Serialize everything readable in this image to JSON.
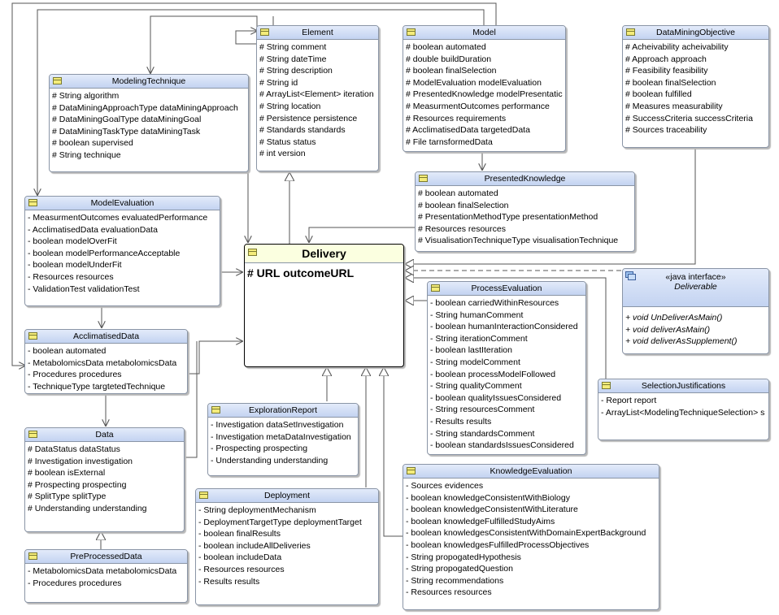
{
  "classes": {
    "element": {
      "name": "Element",
      "attributes": [
        "# String comment",
        "# String dateTime",
        "# String description",
        "# String id",
        "# ArrayList<Element> iteration",
        "# String location",
        "# Persistence persistence",
        "# Standards standards",
        "# Status status",
        "# int version"
      ]
    },
    "model": {
      "name": "Model",
      "attributes": [
        "# boolean automated",
        "# double buildDuration",
        "# boolean finalSelection",
        "# ModelEvaluation modelEvaluation",
        "# PresentedKnowledge modelPresentatic",
        "# MeasurmentOutcomes performance",
        "# Resources requirements",
        "# AcclimatisedData targetedData",
        "# File tarnsformedData"
      ]
    },
    "data_mining_objective": {
      "name": "DataMiningObjective",
      "attributes": [
        "# Acheivability acheivability",
        "# Approach approach",
        "# Feasibility feasibility",
        "# boolean finalSelection",
        "# boolean fulfilled",
        "# Measures measurability",
        "# SuccessCriteria successCriteria",
        "# Sources traceability"
      ]
    },
    "modeling_technique": {
      "name": "ModelingTechnique",
      "attributes": [
        "# String algorithm",
        "# DataMiningApproachType dataMiningApproach",
        "# DataMiningGoalType dataMiningGoal",
        "# DataMiningTaskType dataMiningTask",
        "# boolean supervised",
        "# String technique"
      ]
    },
    "presented_knowledge": {
      "name": "PresentedKnowledge",
      "attributes": [
        "# boolean automated",
        "# boolean finalSelection",
        "# PresentationMethodType presentationMethod",
        "# Resources resources",
        "# VisualisationTechniqueType visualisationTechnique"
      ]
    },
    "model_evaluation": {
      "name": "ModelEvaluation",
      "attributes": [
        "- MeasurmentOutcomes evaluatedPerformance",
        "- AcclimatisedData evaluationData",
        "- boolean modelOverFit",
        "- boolean modelPerformanceAcceptable",
        "- boolean modelUnderFit",
        "- Resources resources",
        "- ValidationTest validationTest"
      ]
    },
    "delivery": {
      "name": "Delivery",
      "attributes": [
        "# URL outcomeURL"
      ]
    },
    "process_evaluation": {
      "name": "ProcessEvaluation",
      "attributes": [
        "- boolean carriedWithinResources",
        "- String humanComment",
        "- boolean humanInteractionConsidered",
        "- String iterationComment",
        "- boolean lastIteration",
        "- String modelComment",
        "- boolean processModelFollowed",
        "- String qualityComment",
        "- boolean qualityIssuesConsidered",
        "- String resourcesComment",
        "- Results results",
        "- String standardsComment",
        "- boolean standardsIssuesConsidered"
      ]
    },
    "acclimatised_data": {
      "name": "AcclimatisedData",
      "attributes": [
        "- boolean automated",
        "- MetabolomicsData metabolomicsData",
        "- Procedures procedures",
        "- TechniqueType targtetedTechnique"
      ]
    },
    "exploration_report": {
      "name": "ExplorationReport",
      "attributes": [
        "- Investigation dataSetInvestigation",
        "- Investigation metaDataInvestigation",
        "- Prospecting prospecting",
        "- Understanding understanding"
      ]
    },
    "selection_justifications": {
      "name": "SelectionJustifications",
      "attributes": [
        "- Report report",
        "- ArrayList<ModelingTechniqueSelection> s"
      ]
    },
    "data": {
      "name": "Data",
      "attributes": [
        "# DataStatus dataStatus",
        "# Investigation investigation",
        "# boolean isExternal",
        "# Prospecting prospecting",
        "# SplitType splitType",
        "# Understanding understanding"
      ]
    },
    "deployment": {
      "name": "Deployment",
      "attributes": [
        "- String deploymentMechanism",
        "- DeploymentTargetType deploymentTarget",
        "- boolean finalResults",
        "- boolean includeAllDeliveries",
        "- boolean includeData",
        "- Resources resources",
        "- Results results"
      ]
    },
    "knowledge_evaluation": {
      "name": "KnowledgeEvaluation",
      "attributes": [
        "- Sources evidences",
        "- boolean knowledgeConsistentWithBiology",
        "- boolean knowledgeConsistentWithLiterature",
        "- boolean knowledgeFulfilledStudyAims",
        "- boolean knowledgesConsistentWithDomainExpertBackground",
        "- boolean knowledgesFulfilledProcessObjectives",
        "- String propogatedHypothesis",
        "- String propogatedQuestion",
        "- String recommendations",
        "- Resources resources"
      ]
    },
    "pre_processed_data": {
      "name": "PreProcessedData",
      "attributes": [
        "- MetabolomicsData metabolomicsData",
        "- Procedures procedures"
      ]
    }
  },
  "interface": {
    "stereotype": "«java interface»",
    "name": "Deliverable",
    "operations": [
      "+ void UnDeliverAsMain()",
      "+ void deliverAsMain()",
      "+ void deliverAsSupplement()"
    ]
  },
  "colors": {
    "header": "#c3d3f1",
    "delivery_header": "#fbffe0",
    "border": "#8a95a6",
    "line": "#555555"
  }
}
